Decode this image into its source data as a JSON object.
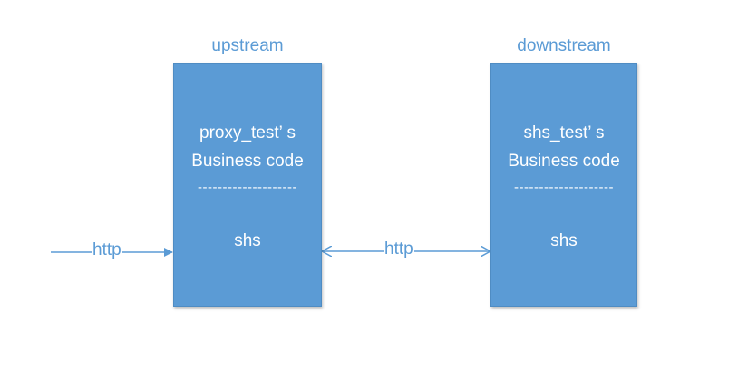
{
  "upstream": {
    "title": "upstream",
    "line1": "proxy_test’ s",
    "line2": "Business code",
    "divider": "--------------------",
    "component": "shs"
  },
  "downstream": {
    "title": "downstream",
    "line1": "shs_test’ s",
    "line2": "Business code",
    "divider": "--------------------",
    "component": "shs"
  },
  "connections": {
    "incoming_label": "http",
    "between_label": "http"
  },
  "colors": {
    "box_fill": "#5b9bd5",
    "accent_text": "#5b9bd5",
    "box_text": "#ffffff"
  }
}
